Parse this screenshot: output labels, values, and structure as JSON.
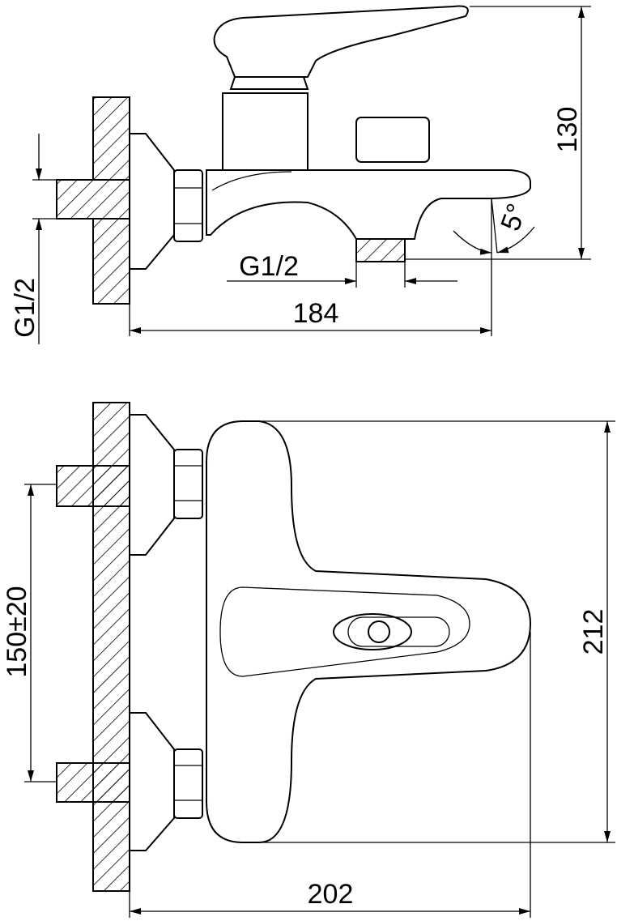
{
  "side_view": {
    "height_label": "130",
    "angle_label": "5°",
    "outlet_thread_label": "G1/2",
    "inlet_thread_label": "G1/2",
    "projection_label": "184"
  },
  "top_view": {
    "inlet_spacing_label": "150±20",
    "depth_label": "212",
    "width_label": "202"
  }
}
